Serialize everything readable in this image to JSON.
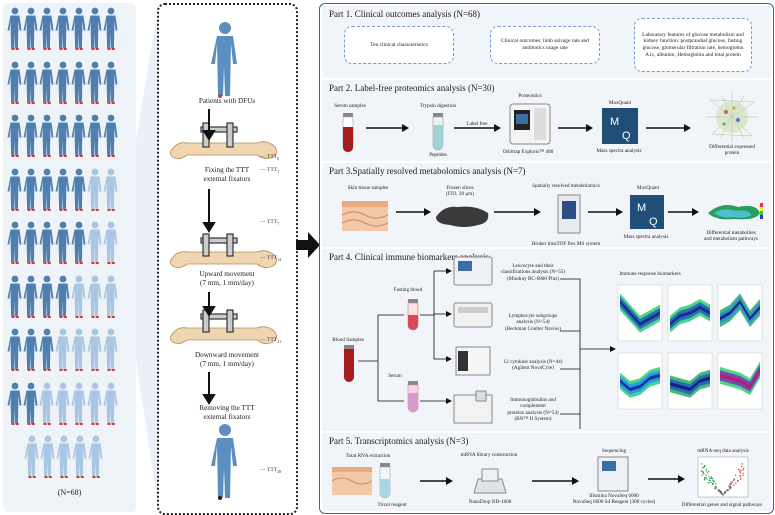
{
  "cohort": {
    "n_label": "(N=68)"
  },
  "timeline": {
    "patients_label": "Patients with DFUs",
    "fixing_label": "Fixing the TTT\nexternal fixators",
    "upward_label": "Upward movement\n(7 mm, 1 mm/day)",
    "downward_label": "Downward movement\n(7 mm, 1 mm/day)",
    "removing_label": "Removing the TTT\nexternal fixators",
    "ttt_marks": [
      {
        "base": "TTT",
        "sub": "0"
      },
      {
        "base": "TTT",
        "sub": "1"
      },
      {
        "base": "TTT",
        "sub": "7"
      },
      {
        "base": "TTT",
        "sub": "14"
      },
      {
        "base": "TTT",
        "sub": "21"
      },
      {
        "base": "TTT",
        "sub": "28"
      }
    ]
  },
  "part1": {
    "title": "Part 1. Clinical outcomes analysis (N=68)",
    "box1": "Ten clinical characteristics",
    "box2": "Clinical outcomes: limb salvage rate and antibiotics usage rate",
    "box3": "Laboratory features of glucose metabolism and kidney function: postprandial glucose, fasting glucose, glomerular filtration rate, hemoglobin A1c, albumin, Hemoglobin and total protein"
  },
  "part2": {
    "title": "Part 2. Label-free proteomics analysis (N=30)",
    "serum": "Serum samples",
    "trypsin": "Trypsin digestion",
    "peptides": "Peptides",
    "label_free": "Label free",
    "proteomics": "Proteomics",
    "orbitrap": "Orbitrap Exploris™ 480",
    "maxquant": "MaxQuant",
    "mass_spectra": "Mass spectra analysis",
    "diff_protein": "Differential expressed\nprotein"
  },
  "part3": {
    "title": "Part 3.Spatially resolved metabolomics analysis (N=7)",
    "skin": "Skin tissue samples",
    "frozen": "Frozen slices\n(ITO, 20 μm)",
    "spatial": "Spatially resolved metabolomics",
    "bruker": "Bruker timsTOF flex MS system",
    "maxquant": "MaxQuant",
    "mass_spectra": "Mass spectra analysis",
    "diff_metab": "Differential metabolites\nand metabolism pathways"
  },
  "part4": {
    "title": "Part 4. Clinical immune biomarkers analysis",
    "fasting": "Fasting blood",
    "blood": "Blood Samples",
    "serum": "Serum",
    "leuko": "Leucocyte and their\nclassifications analysis (N=55)\n(Mindray BC-6800 Plus)",
    "lympho": "Lymphocyte subgroups\nanalysis (N=54)\n(Beckman Coulter Navios)",
    "cytokine": "12 cytokine analysis (N=44)\n(Agilent NovoCyte)",
    "immuno": "Immunoglobulins and\ncomplement\nproteins analysis (N=54)\n(BN™ II System)",
    "immune_title": "Immune response biomarkers"
  },
  "part5": {
    "title": "Part 5. Transcriptomics analysis (N=3)",
    "total_rna": "Total RNA extraction",
    "trizol": "Trizol reagent",
    "mrna_lib": "mRNA library construction",
    "nanodrop": "NanoDrop ND-1000",
    "sequencing": "Sequencing",
    "illumina": "Illumina NovaSeq 6000\nNovaSeq 6000 S4 Reagent (300 cycles)",
    "mrna_seq": "mRNA-seq data analysis",
    "diff_genes": "Differential genes and signal pathways"
  },
  "colors": {
    "frame_blue": "#2a6f9b",
    "person_dark": "#4f7fae",
    "person_light": "#a9c6e3",
    "foot_red": "#d23b3b",
    "panel_bg": "#f1f5f9",
    "cohort_bg": "#eef3f8",
    "maxquant_blue": "#1f4e79"
  }
}
